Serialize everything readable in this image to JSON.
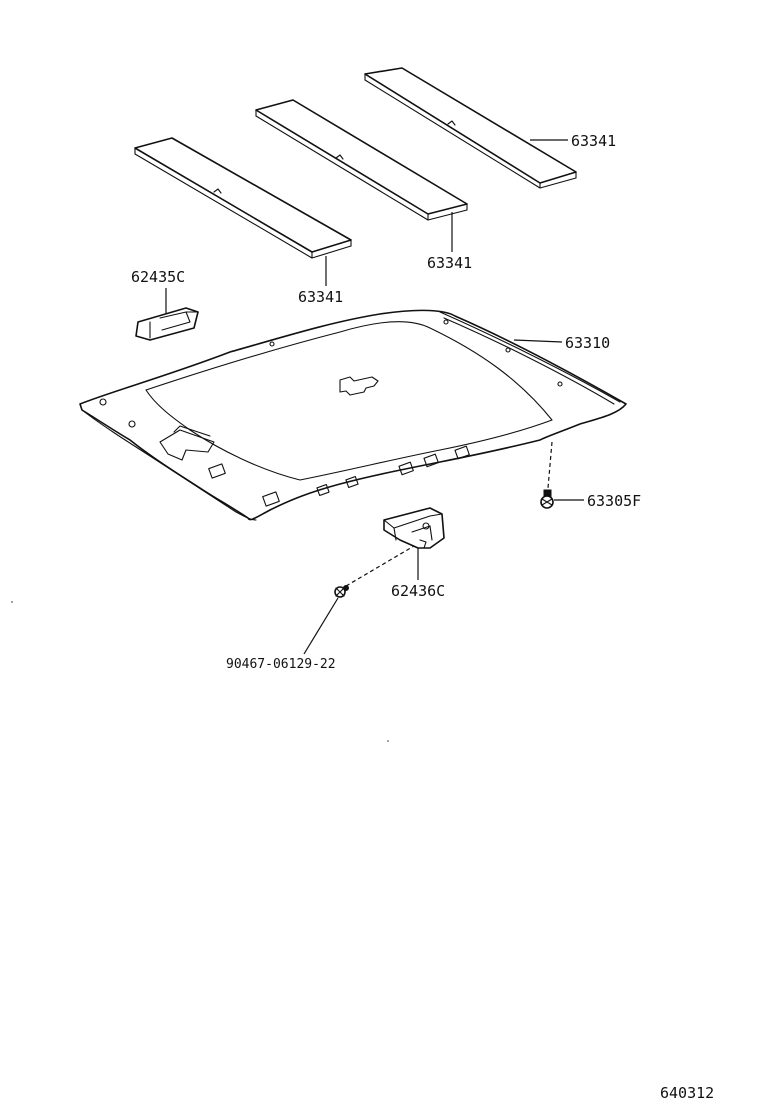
{
  "diagram": {
    "labels": {
      "pad_right": "63341",
      "pad_middle": "63341",
      "pad_left": "63341",
      "bracket_front": "62435C",
      "headliner": "63310",
      "clip": "63305F",
      "bracket_rear": "62436C",
      "screw": "90467-06129-22",
      "figure_code": "640312"
    }
  }
}
